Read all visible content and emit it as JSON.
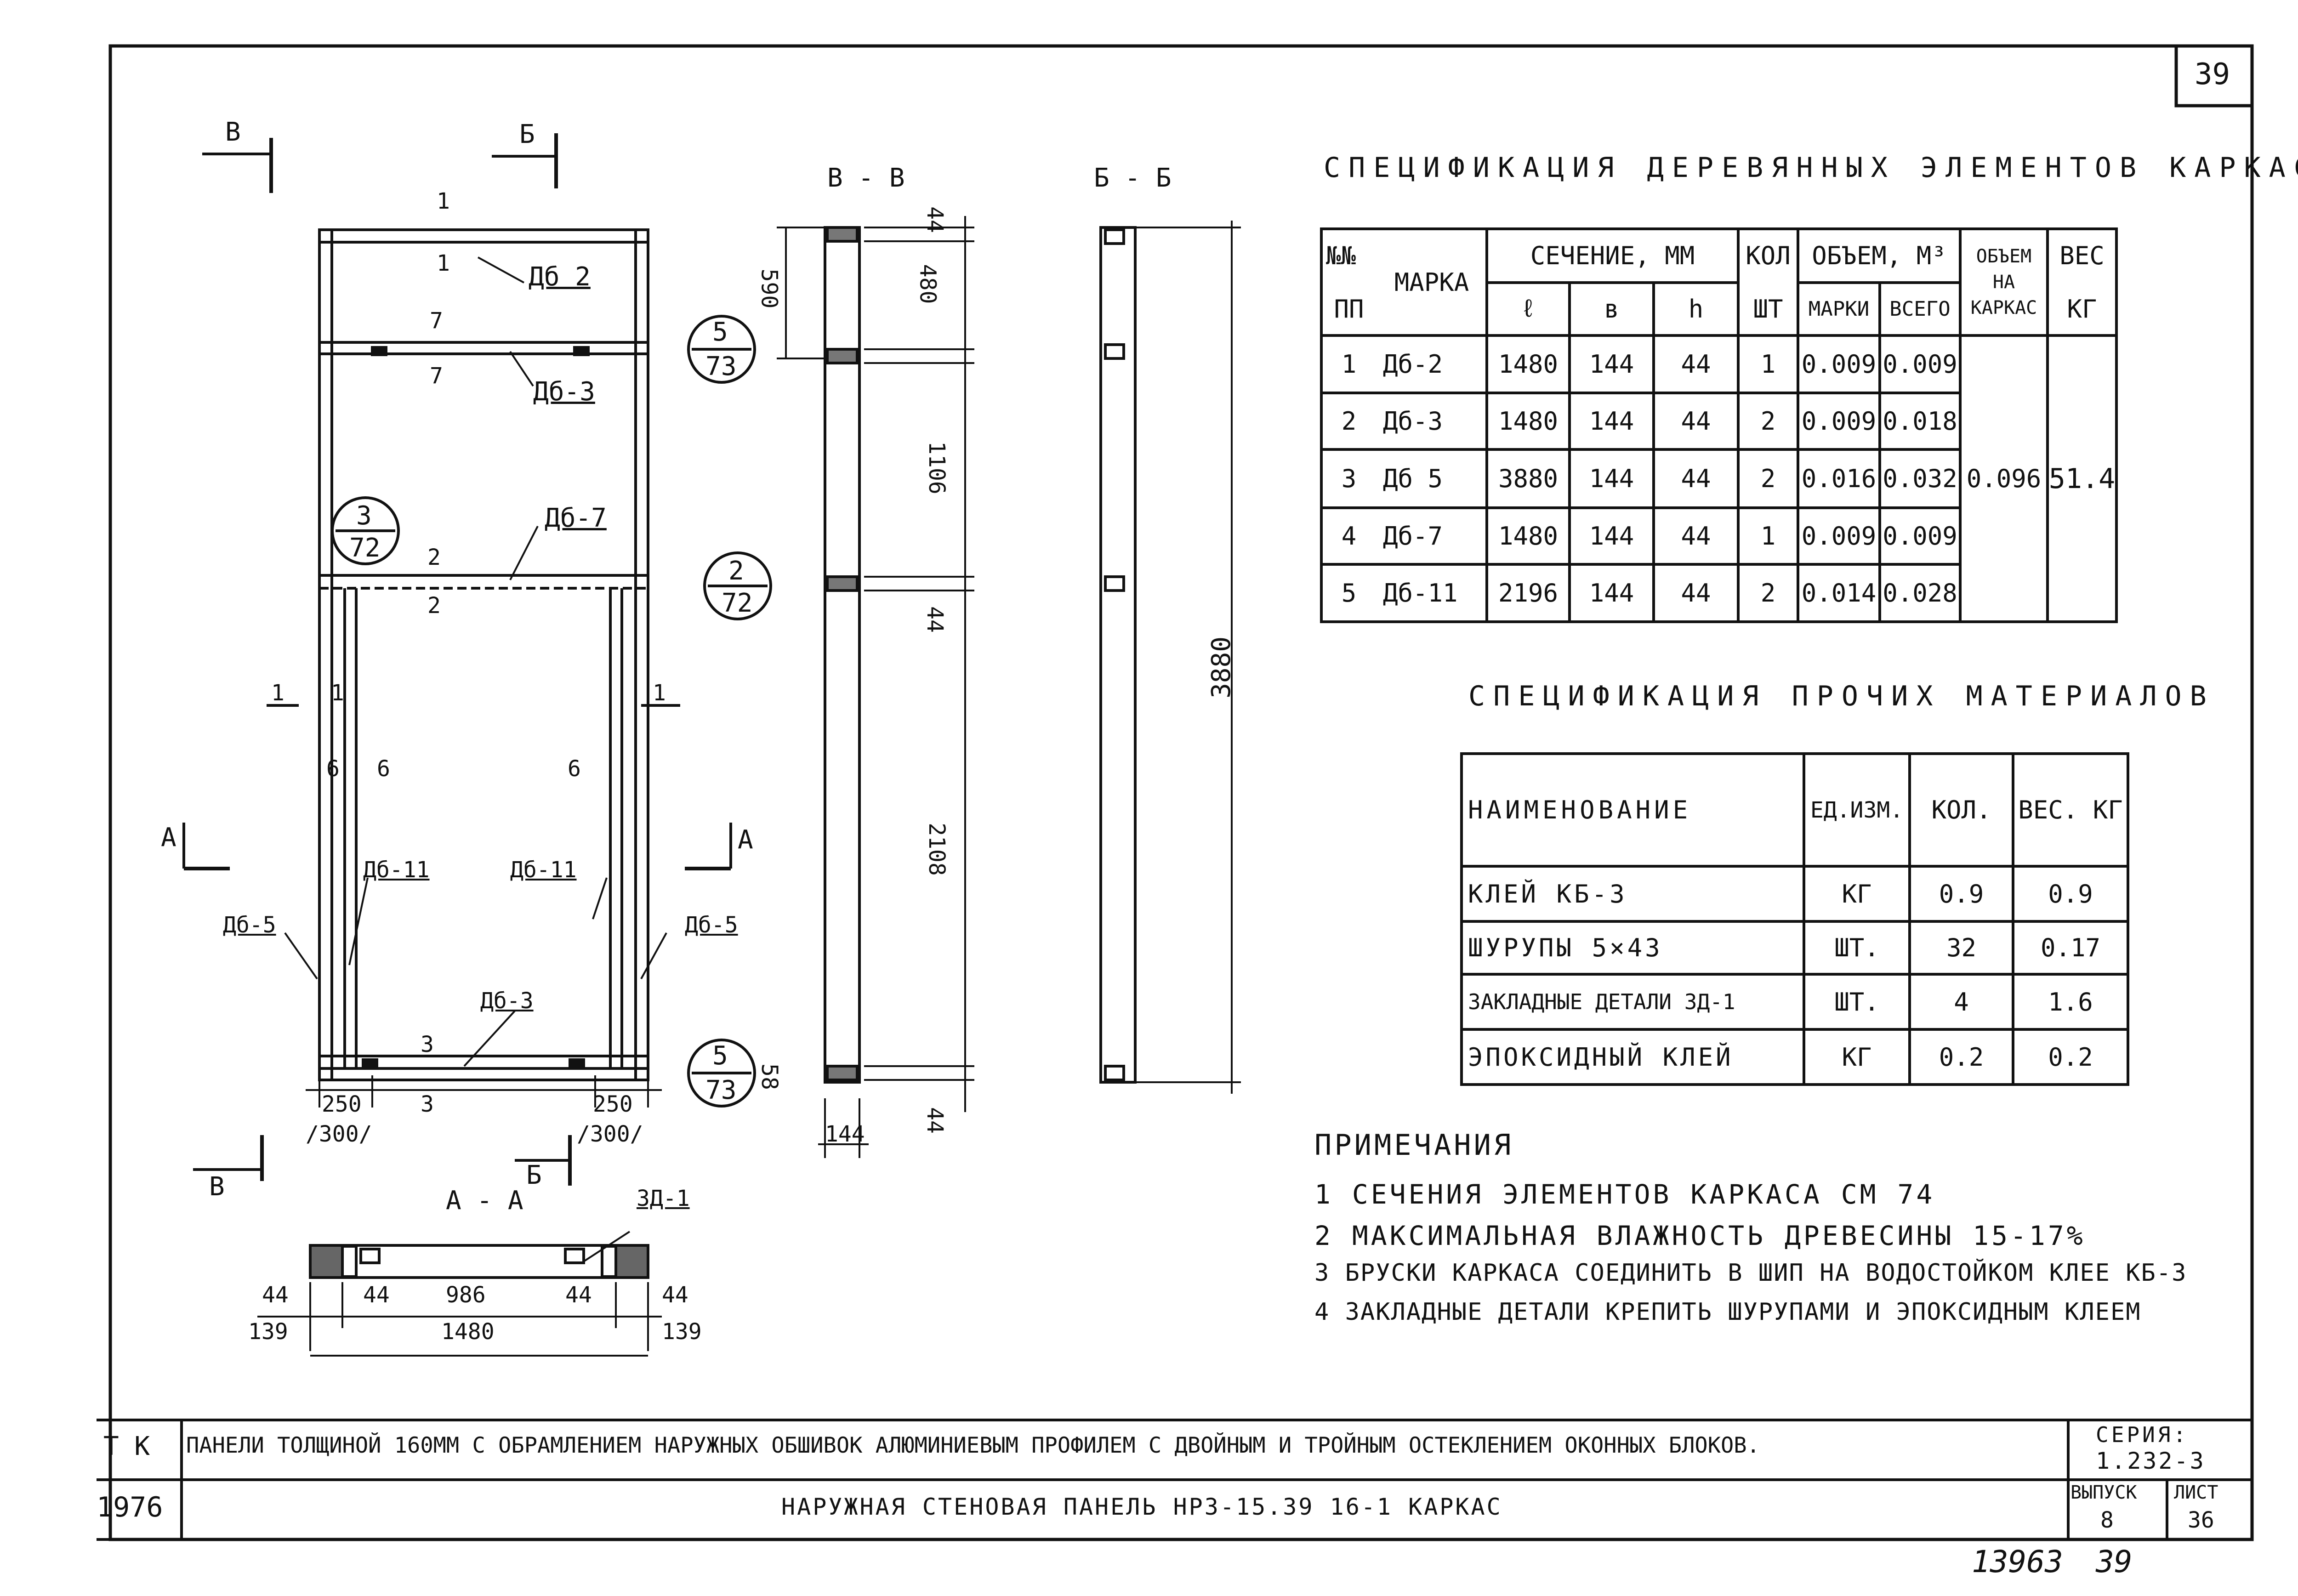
{
  "sheet_number": "39",
  "views": {
    "section_b_b": "В - В",
    "section_b6_b6": "Б - Б",
    "section_a_a": "А - А",
    "overall_height": "3880",
    "dims_b": [
      "590",
      "480",
      "44",
      "1106",
      "44",
      "2108",
      "58",
      "44",
      "144"
    ],
    "dims_aa": [
      "44",
      "44",
      "986",
      "44",
      "44",
      "139",
      "1480",
      "139"
    ],
    "dims_front": [
      "250",
      "/300/",
      "250",
      "/300/"
    ],
    "marks": [
      "Дб 2",
      "Дб-3",
      "Дб-7",
      "Дб-11",
      "Дб-11",
      "Дб-5",
      "Дб-5",
      "Дб-3",
      "ЗД-1"
    ],
    "cut_marks": [
      "В",
      "Б",
      "А",
      "А",
      "В",
      "Б",
      "1",
      "1",
      "1",
      "7",
      "7",
      "2",
      "2",
      "6",
      "6",
      "6",
      "3",
      "3",
      "1",
      "1"
    ],
    "callouts": [
      {
        "top": "5",
        "bottom": "73"
      },
      {
        "top": "3",
        "bottom": "72"
      },
      {
        "top": "2",
        "bottom": "72"
      },
      {
        "top": "5",
        "bottom": "73"
      }
    ]
  },
  "spec_wood": {
    "title": "СПЕЦИФИКАЦИЯ ДЕРЕВЯННЫХ ЭЛЕМЕНТОВ КАРКАСА",
    "headers": {
      "num": "№№",
      "num2": "ПП",
      "mark": "МАРКА",
      "section": "СЕЧЕНИЕ, ММ",
      "l": "ℓ",
      "b": "в",
      "h": "h",
      "qty": "КОЛ",
      "qty_unit": "ШТ",
      "volume": "ОБЪЕМ, М³",
      "vol_mark": "МАРКИ",
      "vol_total": "ВСЕГО",
      "vol_frame": "ОБЪЕМ НА КАРКАС",
      "weight": "ВЕС",
      "weight_unit": "КГ"
    },
    "rows": [
      [
        "1",
        "Дб-2",
        "1480",
        "144",
        "44",
        "1",
        "0.009",
        "0.009"
      ],
      [
        "2",
        "Дб-3",
        "1480",
        "144",
        "44",
        "2",
        "0.009",
        "0.018"
      ],
      [
        "3",
        "Дб 5",
        "3880",
        "144",
        "44",
        "2",
        "0.016",
        "0.032"
      ],
      [
        "4",
        "Дб-7",
        "1480",
        "144",
        "44",
        "1",
        "0.009",
        "0.009"
      ],
      [
        "5",
        "Дб-11",
        "2196",
        "144",
        "44",
        "2",
        "0.014",
        "0.028"
      ]
    ],
    "frame_volume": "0.096",
    "frame_weight": "51.4"
  },
  "spec_other": {
    "title": "СПЕЦИФИКАЦИЯ ПРОЧИХ МАТЕРИАЛОВ",
    "headers": [
      "НАИМЕНОВАНИЕ",
      "ЕД.ИЗМ.",
      "КОЛ.",
      "ВЕС. КГ"
    ],
    "rows": [
      [
        "КЛЕЙ КБ-3",
        "КГ",
        "0.9",
        "0.9"
      ],
      [
        "ШУРУПЫ 5×43",
        "ШТ.",
        "32",
        "0.17"
      ],
      [
        "ЗАКЛАДНЫЕ ДЕТАЛИ ЗД-1",
        "ШТ.",
        "4",
        "1.6"
      ],
      [
        "ЭПОКСИДНЫЙ КЛЕЙ",
        "КГ",
        "0.2",
        "0.2"
      ]
    ]
  },
  "notes": {
    "title": "ПРИМЕЧАНИЯ",
    "items": [
      "1 СЕЧЕНИЯ ЭЛЕМЕНТОВ КАРКАСА СМ 74",
      "2 МАКСИМАЛЬНАЯ ВЛАЖНОСТЬ ДРЕВЕСИНЫ 15-17%",
      "3 БРУСКИ КАРКАСА СОЕДИНИТЬ В ШИП НА ВОДОСТОЙКОМ КЛЕЕ КБ-3",
      "4 ЗАКЛАДНЫЕ ДЕТАЛИ КРЕПИТЬ ШУРУПАМИ И ЭПОКСИДНЫМ КЛЕЕМ"
    ]
  },
  "title_block": {
    "tk": "Т К",
    "year": "1976",
    "line1": "ПАНЕЛИ ТОЛЩИНОЙ 160ММ С ОБРАМЛЕНИЕМ НАРУЖНЫХ ОБШИВОК АЛЮМИНИЕВЫМ ПРОФИЛЕМ С ДВОЙНЫМ И ТРОЙНЫМ ОСТЕКЛЕНИЕМ ОКОННЫХ БЛОКОВ.",
    "line2": "НАРУЖНАЯ СТЕНОВАЯ ПАНЕЛЬ НР3-15.39 16-1 КАРКАС",
    "series_label": "СЕРИЯ:",
    "series_value": "1.232-3",
    "issue_label": "ВЫПУСК",
    "issue_value": "8",
    "sheet_label": "ЛИСТ",
    "sheet_value": "36"
  },
  "footer": {
    "code": "13963",
    "page": "39"
  }
}
